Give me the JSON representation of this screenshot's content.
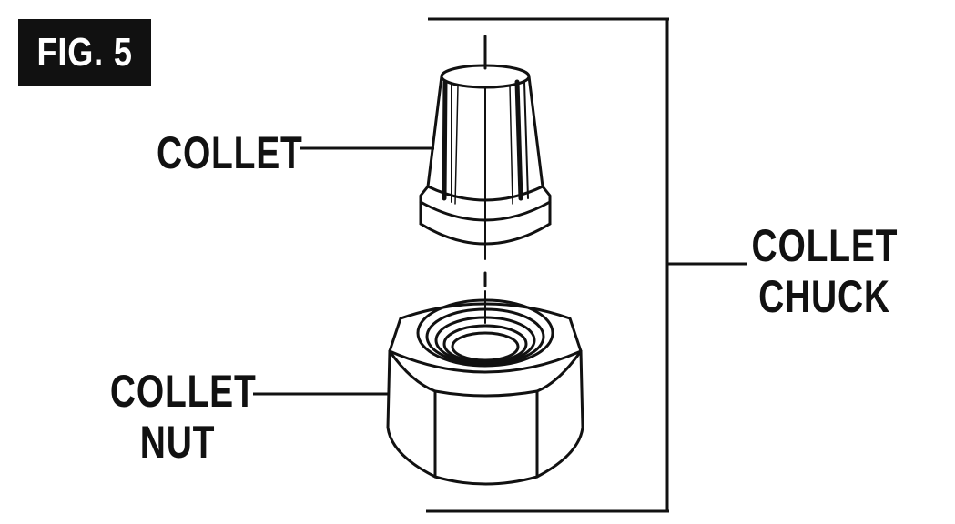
{
  "figure": {
    "badge": "FIG. 5"
  },
  "labels": {
    "collet": "COLLET",
    "collet_nut": [
      "COLLET",
      "NUT"
    ],
    "collet_chuck": [
      "COLLET",
      "CHUCK"
    ]
  },
  "colors": {
    "ink": "#111111",
    "paper": "#ffffff"
  }
}
